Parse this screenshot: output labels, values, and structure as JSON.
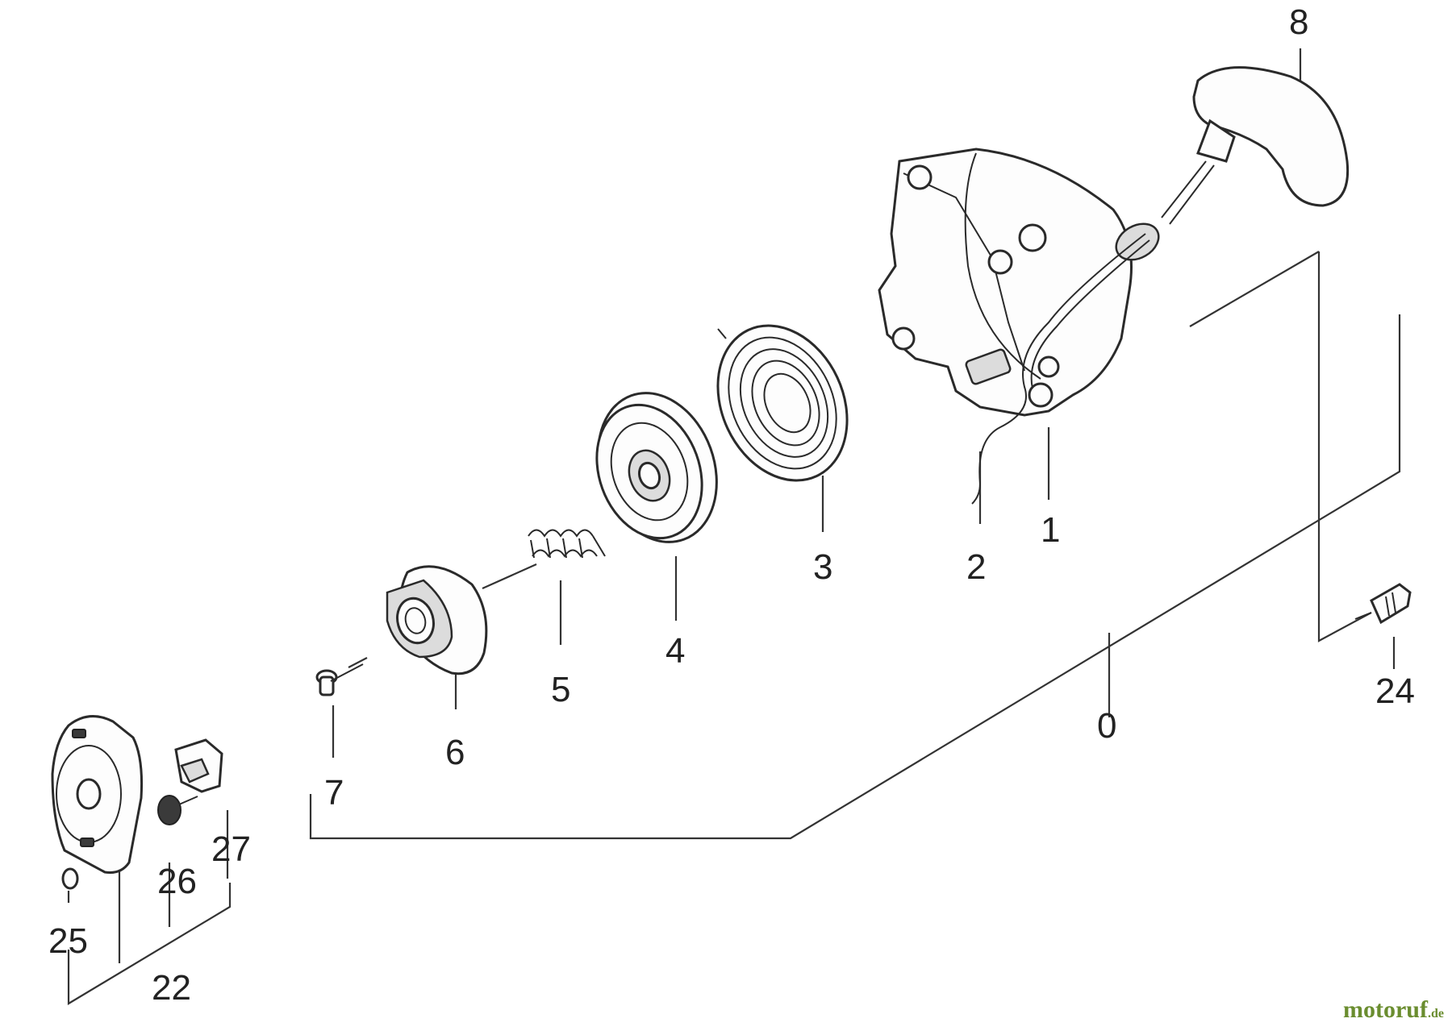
{
  "labels": {
    "l0": "0",
    "l1": "1",
    "l2": "2",
    "l3": "3",
    "l4": "4",
    "l5": "5",
    "l6": "6",
    "l7": "7",
    "l8": "8",
    "l22": "22",
    "l24": "24",
    "l25": "25",
    "l26": "26",
    "l27": "27"
  },
  "watermark": {
    "main": "motoruf",
    "suffix": ".de"
  },
  "colors": {
    "line": "#333333",
    "background": "#ffffff",
    "watermark": "#6a8d2f"
  }
}
